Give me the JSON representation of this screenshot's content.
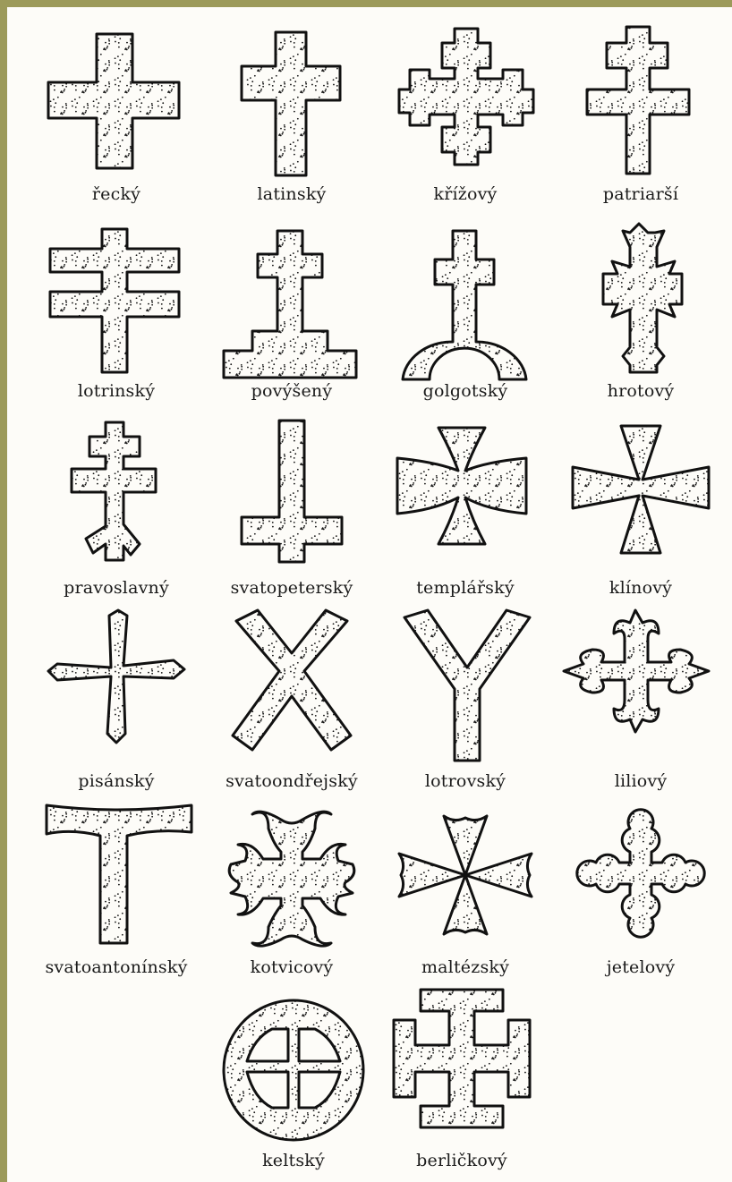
{
  "figure": {
    "background_color": "#9c9a5a",
    "paper_color": "#fdfcf8",
    "ink_color": "#111111",
    "fill_pattern": "stipple",
    "rows": [
      [
        {
          "id": "recky",
          "label": "řecký",
          "shape": "greek-cross"
        },
        {
          "id": "latinsky",
          "label": "latinský",
          "shape": "latin-cross"
        },
        {
          "id": "krizovy",
          "label": "křížový",
          "shape": "crosslet-cross"
        },
        {
          "id": "patriarsi",
          "label": "patriarší",
          "shape": "patriarchal-cross"
        }
      ],
      [
        {
          "id": "lotrinsky",
          "label": "lotrinský",
          "shape": "lorraine-cross"
        },
        {
          "id": "povyseny",
          "label": "povýšený",
          "shape": "calvary-steps-cross"
        },
        {
          "id": "golgotsky",
          "label": "golgotský",
          "shape": "golgotha-arch-cross"
        },
        {
          "id": "hrotovy",
          "label": "hrotový",
          "shape": "spiked-cross"
        }
      ],
      [
        {
          "id": "pravoslavny",
          "label": "pravoslavný",
          "shape": "orthodox-cross"
        },
        {
          "id": "svatopetersky",
          "label": "svatopeterský",
          "shape": "inverted-cross"
        },
        {
          "id": "templarsky",
          "label": "templářský",
          "shape": "templar-cross"
        },
        {
          "id": "klinovy",
          "label": "klínový",
          "shape": "wedge-cross"
        }
      ],
      [
        {
          "id": "pisansky",
          "label": "pisánský",
          "shape": "pisan-cross"
        },
        {
          "id": "svatoondrejsky",
          "label": "svatoondřejský",
          "shape": "saltire-cross"
        },
        {
          "id": "lotrovsky",
          "label": "lotrovský",
          "shape": "forked-y-cross"
        },
        {
          "id": "liliovy",
          "label": "liliový",
          "shape": "fleury-cross"
        }
      ],
      [
        {
          "id": "svatoantoninsky",
          "label": "svatoantonínský",
          "shape": "tau-cross"
        },
        {
          "id": "kotvicovy",
          "label": "kotvicový",
          "shape": "anchor-cross"
        },
        {
          "id": "maltezsky",
          "label": "maltézský",
          "shape": "maltese-cross"
        },
        {
          "id": "jetelovy",
          "label": "jetelový",
          "shape": "trefoil-cross"
        }
      ],
      [
        {
          "id": "keltsky",
          "label": "keltský",
          "shape": "celtic-disc-cross"
        },
        {
          "id": "berlickovy",
          "label": "berličkový",
          "shape": "potent-cross"
        }
      ]
    ]
  }
}
